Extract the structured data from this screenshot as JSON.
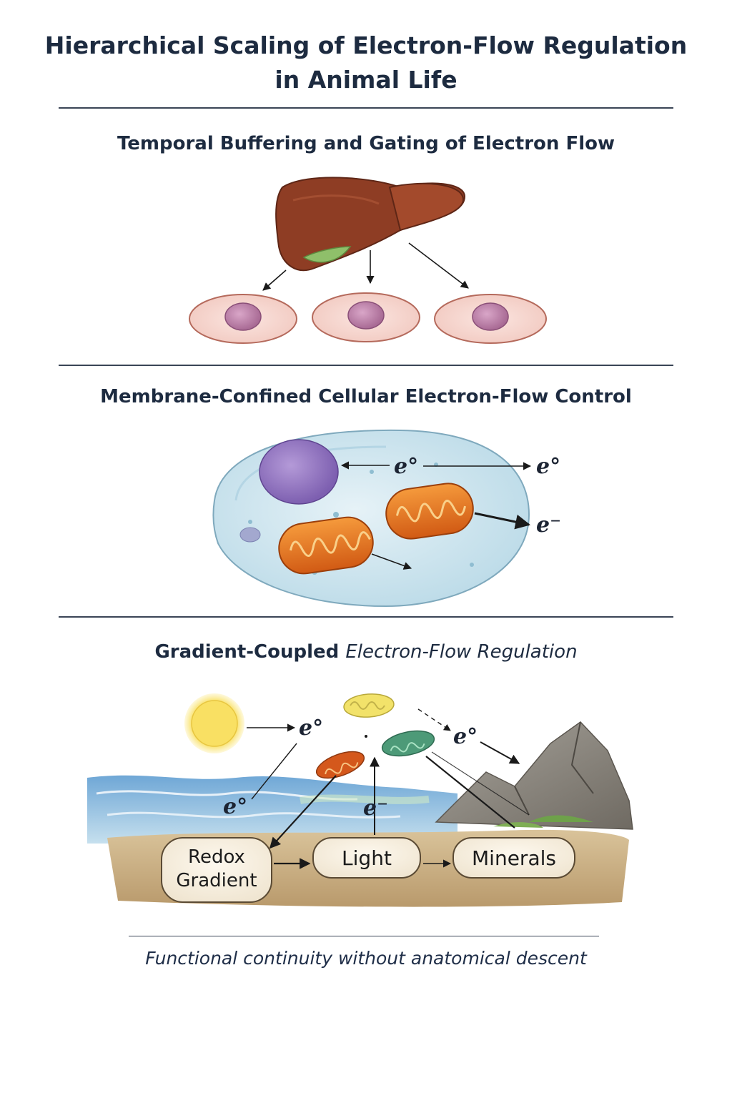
{
  "title": {
    "line1": "Hierarchical Scaling of Electron-Flow Regulation",
    "line2": "in Animal Life"
  },
  "sections": [
    {
      "title": "Temporal Buffering and Gating of Electron Flow",
      "icons": [
        "liver-icon",
        "cell-icon"
      ]
    },
    {
      "title": "Membrane-Confined Cellular Electron-Flow Control",
      "labels": {
        "e1": "e°",
        "e2": "e°",
        "e3": "e⁻"
      },
      "icons": [
        "cell-icon",
        "nucleus-icon",
        "mitochondrion-icon"
      ]
    },
    {
      "title_regular": "Gradient-Coupled ",
      "title_italic": "Electron-Flow Regulation",
      "labels": {
        "e_top": "e°",
        "e_right": "e°",
        "e_left": "e°",
        "e_center": "e⁻"
      },
      "nodes": [
        {
          "line1": "Redox",
          "line2": "Gradient"
        },
        {
          "line1": "Light"
        },
        {
          "line1": "Minerals"
        }
      ],
      "icons": [
        "sun-icon",
        "mitochondrion-icon",
        "ocean-icon",
        "mountain-icon"
      ]
    }
  ],
  "footer": "Functional continuity without anatomical descent"
}
